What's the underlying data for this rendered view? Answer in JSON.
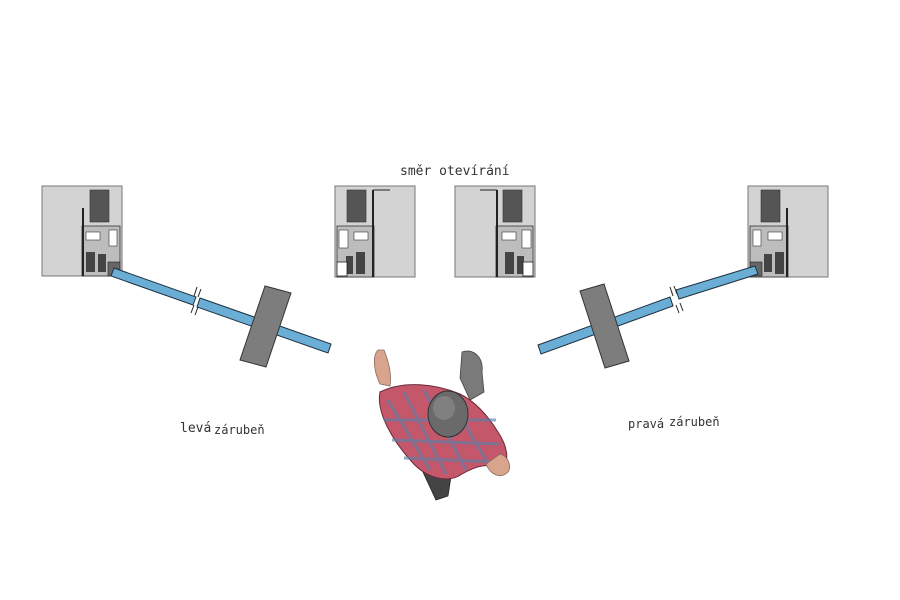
{
  "labels": {
    "opening_direction": "směr otevírání",
    "left_word": "levá",
    "left_word2": "zárubeň",
    "right_word": "pravá",
    "right_word2": "zárubeň"
  },
  "colors": {
    "wall": "#d3d3d3",
    "wall_stroke": "#777777",
    "profile_dark": "#555555",
    "profile_mid": "#7a7a7a",
    "glass": "#6aaed6",
    "glass_stroke": "#1f2f3f",
    "handle": "#7d7d7d",
    "shirt": "#c4586a",
    "shirt_check": "#5a7fa8",
    "hair": "#6a6a6a",
    "skin": "#d8a48e",
    "pants": "#444444"
  },
  "icons": {
    "person": "person-top-view-icon",
    "break_mark": "break-line-icon"
  }
}
